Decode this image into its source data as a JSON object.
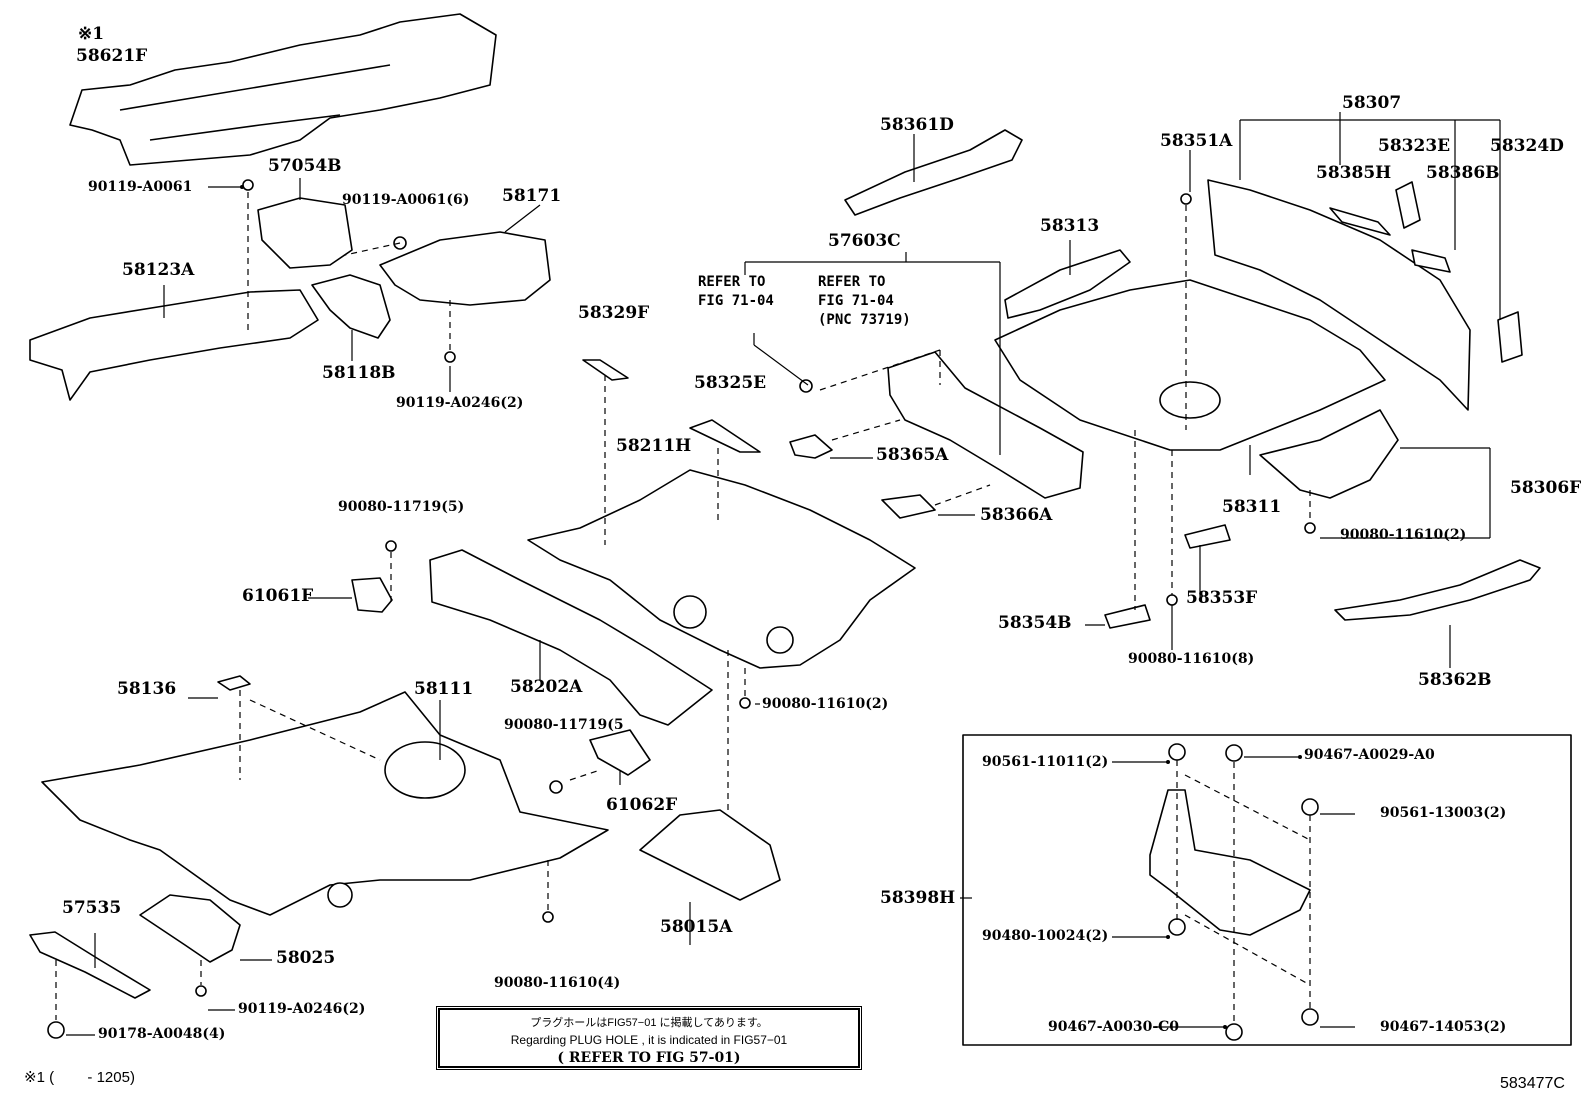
{
  "labels": {
    "n58621F": "58621F",
    "mark1": "※1",
    "n57054B": "57054B",
    "n90119_A0061": "90119-A0061",
    "n90119_A0061_6": "90119-A0061(6)",
    "n58171": "58171",
    "n58123A": "58123A",
    "n58118B": "58118B",
    "n90119_A0246_2a": "90119-A0246(2)",
    "n58361D": "58361D",
    "n57603C": "57603C",
    "n58329F": "58329F",
    "n58325E": "58325E",
    "n58365A": "58365A",
    "n58211H": "58211H",
    "n58366A": "58366A",
    "n90080_11719_5a": "90080-11719(5)",
    "n61061F": "61061F",
    "n58202A": "58202A",
    "n58136": "58136",
    "n58111": "58111",
    "n90080_11610_2a": "90080-11610(2)",
    "n90080_11719_5b": "90080-11719(5",
    "n61062F": "61062F",
    "n57535": "57535",
    "n58025": "58025",
    "n90119_A0246_2b": "90119-A0246(2)",
    "n90178_A0048_4": "90178-A0048(4)",
    "n58015A": "58015A",
    "n90080_11610_4": "90080-11610(4)",
    "n58307": "58307",
    "n58351A": "58351A",
    "n58323E": "58323E",
    "n58324D": "58324D",
    "n58385H": "58385H",
    "n58386B": "58386B",
    "n58313": "58313",
    "n58311": "58311",
    "n58306F": "58306F",
    "n90080_11610_2b": "90080-11610(2)",
    "n58353F": "58353F",
    "n58354B": "58354B",
    "n90080_11610_8": "90080-11610(8)",
    "n58362B": "58362B",
    "n90561_11011_2": "90561-11011(2)",
    "n90467_A0029_A0": "90467-A0029-A0",
    "n90561_13003_2": "90561-13003(2)",
    "n58398H": "58398H",
    "n90480_10024_2": "90480-10024(2)",
    "n90467_A0030_C0": "90467-A0030-C0",
    "n90467_14053_2": "90467-14053(2)"
  },
  "refer1": {
    "l1": "REFER TO",
    "l2": "FIG 71-04"
  },
  "refer2": {
    "l1": "REFER TO",
    "l2": "FIG 71-04",
    "l3": "(PNC 73719)"
  },
  "note": {
    "jp": "プラグホールはFIG57−01 に掲載してあります。",
    "en": "Regarding PLUG HOLE , it is indicated in FIG57−01",
    "ref": "( REFER TO FIG 57-01)"
  },
  "footnote": "※1 (        - 1205)",
  "figure_code": "583477C"
}
